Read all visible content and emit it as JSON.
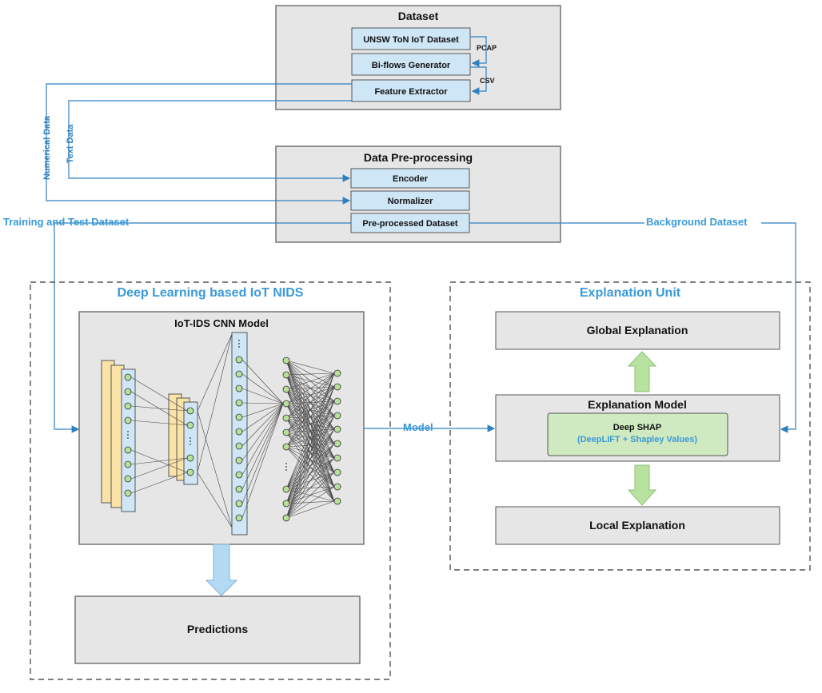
{
  "dataset": {
    "title": "Dataset",
    "items": [
      "UNSW ToN IoT Dataset",
      "Bi-flows Generator",
      "Feature Extractor"
    ],
    "pcap_label": "PCAP",
    "csv_label": "CSV"
  },
  "preprocessing": {
    "title": "Data Pre-processing",
    "items": [
      "Encoder",
      "Normalizer",
      "Pre-processed Dataset"
    ]
  },
  "side_labels": {
    "numerical": "Numerical Data",
    "text": "Text Data",
    "training": "Training and Test Dataset",
    "background": "Background Dataset",
    "model": "Model"
  },
  "nids": {
    "title": "Deep Learning based IoT NIDS",
    "cnn_title": "IoT-IDS CNN Model",
    "predictions": "Predictions"
  },
  "explanation_unit": {
    "title": "Explanation Unit",
    "global": "Global Explanation",
    "model_title": "Explanation Model",
    "deep_shap": "Deep SHAP",
    "deep_shap_sub": "(DeepLIFT + Shapley Values)",
    "local": "Local Explanation"
  },
  "colors": {
    "blue_text": "#3a9ad9",
    "line_blue": "#2f80c0",
    "box_fill": "#e6e6e6",
    "item_fill": "#cfe6f7",
    "green_fill": "#cfeac0",
    "green_arrow": "#b8e2a0",
    "blue_arrow": "#b4d9f2"
  }
}
